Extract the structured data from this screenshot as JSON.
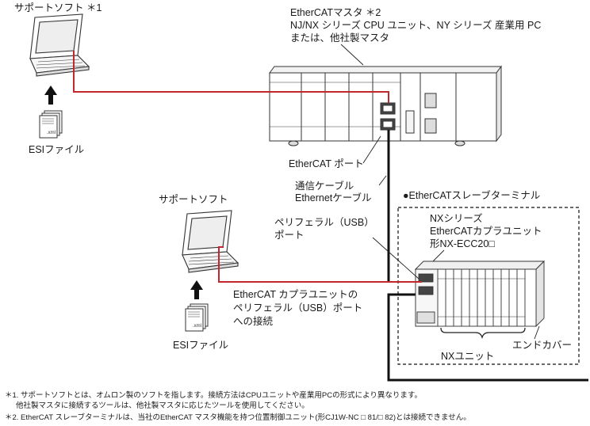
{
  "labels": {
    "support_software_top": "サポートソフト ＊1",
    "master_line1": "EtherCATマスタ ＊2",
    "master_line2": "NJ/NX シリーズ CPU ユニット、NY シリーズ 産業用 PC",
    "master_line3": "または、他社製マスタ",
    "esi_file_top": "ESIファイル",
    "ethercat_port": "EtherCAT ポート",
    "comm_cable_line1": "通信ケーブル",
    "comm_cable_line2": "Ethernetケーブル",
    "slave_terminal_title": "●EtherCATスレーブターミナル",
    "support_software_mid": "サポートソフト",
    "peripheral_usb_line1": "ペリフェラル（USB）",
    "peripheral_usb_line2": "ポート",
    "nx_series_line1": "NXシリーズ",
    "nx_series_line2": "EtherCATカプラユニット",
    "nx_series_line3": "形NX-ECC20□",
    "coupler_conn_line1": "EtherCAT カプラユニットの",
    "coupler_conn_line2": "ペリフェラル（USB）ポート",
    "coupler_conn_line3": "への接続",
    "esi_file_bottom": "ESIファイル",
    "nx_unit": "NXユニット",
    "end_cover": "エンドカバー",
    "xml_tag_top": ".xml",
    "xml_tag_bottom": ".xml"
  },
  "notes": {
    "note1_line1": "＊1. サポートソフトとは、オムロン製のソフトを指します。接続方法はCPUユニットや産業用PCの形式により異なります。",
    "note1_line2": "他社製マスタに接続するツールは、他社製マスタに応じたツールを使用してください。",
    "note2_line1": "＊2. EtherCAT スレーブターミナルは、当社のEtherCAT マスタ機能を持つ位置制御ユニット(形CJ1W-NC □ 81/□ 82)とは接続できません。"
  },
  "colors": {
    "usb_cable": "#c0282d",
    "ethercat_cable": "#111111",
    "device_stroke": "#333333"
  },
  "icons": [
    "laptop-icon",
    "up-arrow-icon",
    "document-icon"
  ]
}
